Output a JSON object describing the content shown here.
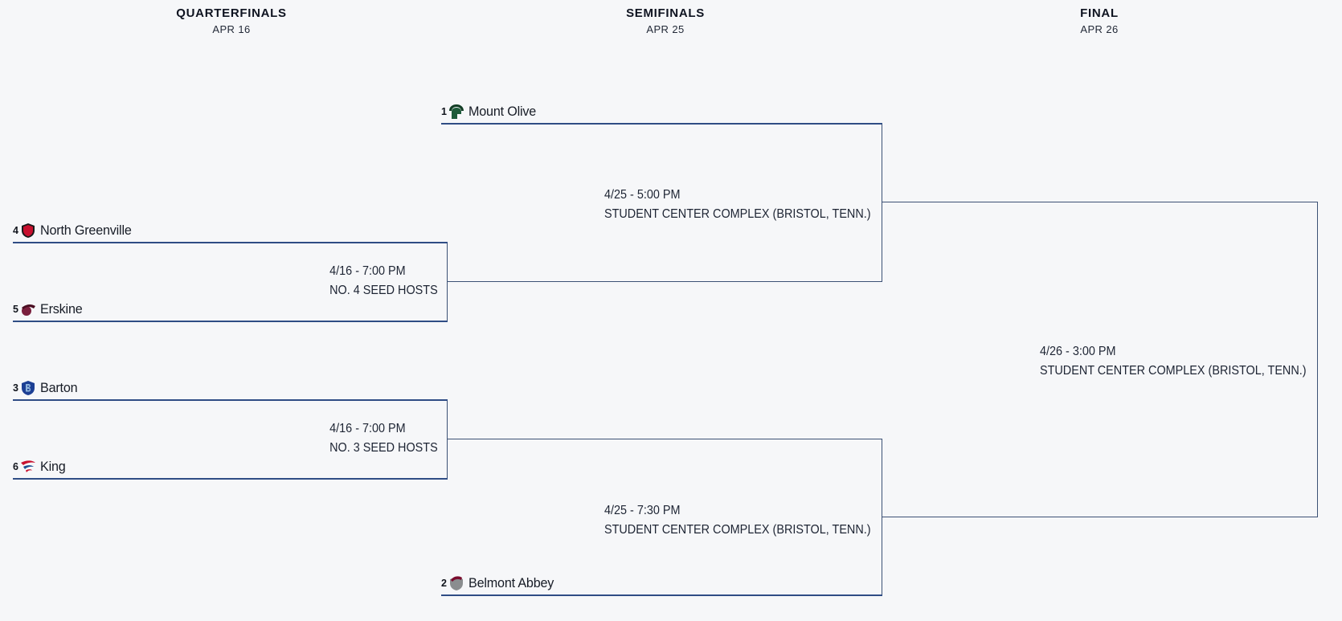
{
  "page": {
    "background_color": "#f6f7f9",
    "line_color": "#3c5175",
    "underline_color": "#2f4d85",
    "text_color": "#171c26"
  },
  "rounds": [
    {
      "label": "QUARTERFINALS",
      "date": "APR 16"
    },
    {
      "label": "SEMIFINALS",
      "date": "APR 25"
    },
    {
      "label": "FINAL",
      "date": "APR 26"
    }
  ],
  "teams": {
    "mount_olive": {
      "seed": "1",
      "name": "Mount Olive",
      "logo_primary": "#1e5b3a",
      "logo_secondary": "#123d25"
    },
    "north_greenville": {
      "seed": "4",
      "name": "North Greenville",
      "logo_primary": "#c8102e",
      "logo_secondary": "#1a1a1a"
    },
    "erskine": {
      "seed": "5",
      "name": "Erskine",
      "logo_primary": "#7a1f3d",
      "logo_secondary": "#4a0e22"
    },
    "barton": {
      "seed": "3",
      "name": "Barton",
      "logo_primary": "#1c3f94",
      "logo_secondary": "#8fb4dc"
    },
    "king": {
      "seed": "6",
      "name": "King",
      "logo_primary": "#c8102e",
      "logo_secondary": "#1d4f91"
    },
    "belmont_abbey": {
      "seed": "2",
      "name": "Belmont Abbey",
      "logo_primary": "#8a8d8f",
      "logo_secondary": "#7a0c2e"
    }
  },
  "matches": {
    "qf1": {
      "time": "4/16 - 7:00 PM",
      "venue": "NO. 4 SEED HOSTS"
    },
    "qf2": {
      "time": "4/16 - 7:00 PM",
      "venue": "NO. 3 SEED HOSTS"
    },
    "sf1": {
      "time": "4/25 - 5:00 PM",
      "venue": "STUDENT CENTER COMPLEX (BRISTOL, TENN.)"
    },
    "sf2": {
      "time": "4/25 - 7:30 PM",
      "venue": "STUDENT CENTER COMPLEX (BRISTOL, TENN.)"
    },
    "final": {
      "time": "4/26 - 3:00 PM",
      "venue": "STUDENT CENTER COMPLEX (BRISTOL, TENN.)"
    }
  }
}
